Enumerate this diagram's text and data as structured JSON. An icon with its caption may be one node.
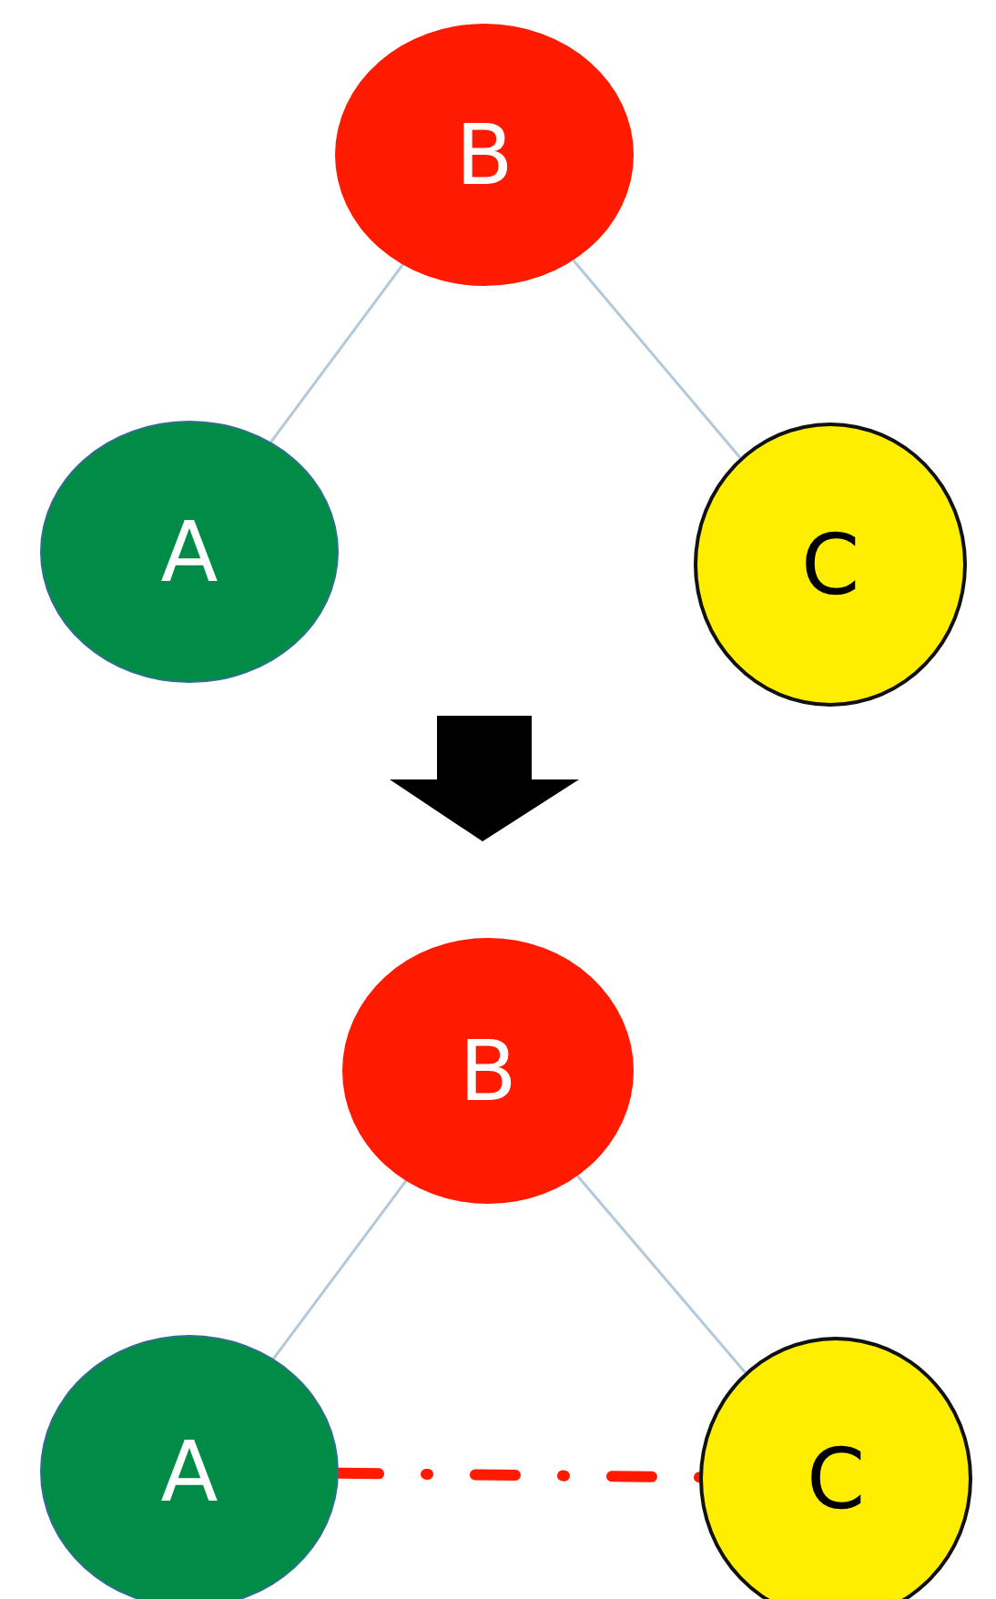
{
  "diagram": {
    "nodes": [
      {
        "text": [
          "B"
        ]
      },
      {
        "text": [
          "A"
        ]
      },
      {
        "text": [
          "C"
        ]
      },
      {
        "text": [
          "B"
        ]
      },
      {
        "text": [
          "A"
        ]
      },
      {
        "text": [
          "C"
        ]
      }
    ],
    "edges": [
      {
        "from": 0,
        "to": 1,
        "arrow": "none"
      },
      {
        "from": 0,
        "to": 2,
        "arrow": "none"
      },
      {
        "from": 3,
        "to": 4,
        "arrow": "none"
      },
      {
        "from": 3,
        "to": 5,
        "arrow": "none"
      },
      {
        "from": 4,
        "to": 5,
        "arrow": "none",
        "style": "dashed",
        "color": "#ff1a00"
      }
    ]
  }
}
